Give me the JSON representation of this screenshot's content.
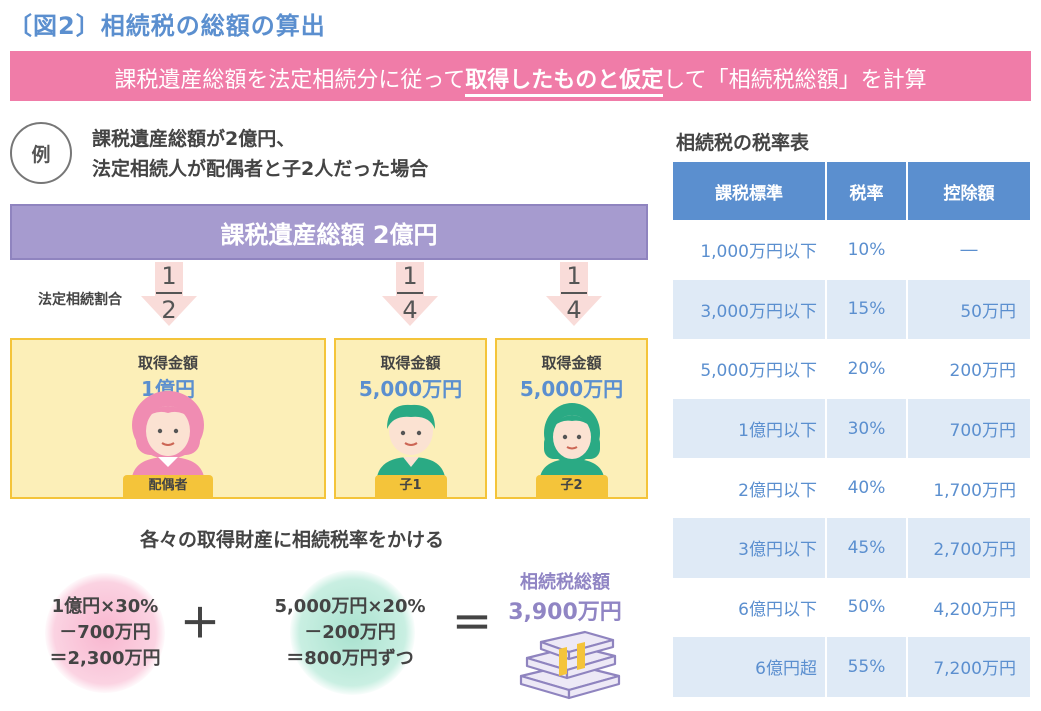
{
  "title": "〔図2〕相続税の総額の算出",
  "banner": {
    "before": "課税遺産総額を法定相続分に従って",
    "emphasis": "取得したものと仮定",
    "after": "して「相続税総額」を計算"
  },
  "example": {
    "badge": "例",
    "line1": "課税遺産総額が2億円、",
    "line2": "法定相続人が配偶者と子2人だった場合"
  },
  "estate_bar": "課税遺産総額 2億円",
  "ratio_label": "法定相続割合",
  "heirs": [
    {
      "num": "1",
      "den": "2",
      "label": "取得金額",
      "amount": "1億円",
      "tag": "配偶者"
    },
    {
      "num": "1",
      "den": "4",
      "label": "取得金額",
      "amount": "5,000万円",
      "tag": "子1"
    },
    {
      "num": "1",
      "den": "4",
      "label": "取得金額",
      "amount": "5,000万円",
      "tag": "子2"
    }
  ],
  "rate_heading": "各々の取得財産に相続税率をかける",
  "calc1": {
    "l1": "1億円×30%",
    "l2": "－700万円",
    "l3": "＝2,300万円"
  },
  "calc2": {
    "l1": "5,000万円×20%",
    "l2": "－200万円",
    "l3": "＝800万円ずつ"
  },
  "plus": "＋",
  "equals": "＝",
  "total": {
    "label": "相続税総額",
    "value": "3,900万円"
  },
  "table": {
    "title": "相続税の税率表",
    "headers": [
      "課税標準",
      "税率",
      "控除額"
    ],
    "rows": [
      [
        "1,000万円以下",
        "10%",
        "―"
      ],
      [
        "3,000万円以下",
        "15%",
        "50万円"
      ],
      [
        "5,000万円以下",
        "20%",
        "200万円"
      ],
      [
        "1億円以下",
        "30%",
        "700万円"
      ],
      [
        "2億円以下",
        "40%",
        "1,700万円"
      ],
      [
        "3億円以下",
        "45%",
        "2,700万円"
      ],
      [
        "6億円以下",
        "50%",
        "4,200万円"
      ],
      [
        "6億円超",
        "55%",
        "7,200万円"
      ]
    ]
  },
  "colors": {
    "accent_blue": "#5b8fcf",
    "banner_pink": "#f07ca8",
    "estate_purple": "#a69bcf",
    "heir_yellow": "#fcefb8",
    "heir_border": "#f4c43a",
    "table_stripe": "#dfeaf6"
  }
}
